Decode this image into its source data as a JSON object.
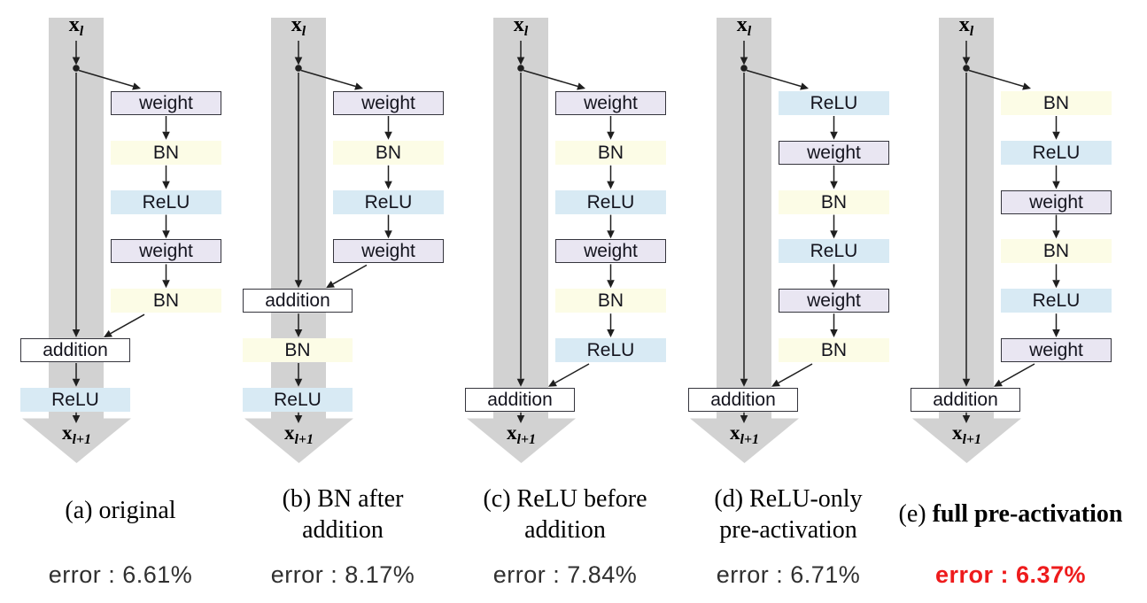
{
  "figure": {
    "columns": [
      {
        "id": "a",
        "input_label": {
          "base": "x",
          "sub": "l"
        },
        "output_label": {
          "base": "x",
          "sub": "l+1"
        },
        "side_chain": [
          "weight",
          "BN",
          "ReLU",
          "weight",
          "BN"
        ],
        "addition_label": "addition",
        "trunk_after_addition": [
          "ReLU"
        ],
        "caption": {
          "lines": [
            "(a) original"
          ]
        },
        "error": {
          "text": "error : 6.61%",
          "highlight": false
        }
      },
      {
        "id": "b",
        "input_label": {
          "base": "x",
          "sub": "l"
        },
        "output_label": {
          "base": "x",
          "sub": "l+1"
        },
        "side_chain": [
          "weight",
          "BN",
          "ReLU",
          "weight"
        ],
        "addition_label": "addition",
        "trunk_after_addition": [
          "BN",
          "ReLU"
        ],
        "caption": {
          "lines": [
            "(b) BN after",
            "addition"
          ]
        },
        "error": {
          "text": "error : 8.17%",
          "highlight": false
        }
      },
      {
        "id": "c",
        "input_label": {
          "base": "x",
          "sub": "l"
        },
        "output_label": {
          "base": "x",
          "sub": "l+1"
        },
        "side_chain": [
          "weight",
          "BN",
          "ReLU",
          "weight",
          "BN",
          "ReLU"
        ],
        "addition_label": "addition",
        "trunk_after_addition": [],
        "caption": {
          "lines": [
            "(c) ReLU before",
            "addition"
          ]
        },
        "error": {
          "text": "error : 7.84%",
          "highlight": false
        }
      },
      {
        "id": "d",
        "input_label": {
          "base": "x",
          "sub": "l"
        },
        "output_label": {
          "base": "x",
          "sub": "l+1"
        },
        "side_chain": [
          "ReLU",
          "weight",
          "BN",
          "ReLU",
          "weight",
          "BN"
        ],
        "addition_label": "addition",
        "trunk_after_addition": [],
        "caption": {
          "lines": [
            "(d) ReLU-only",
            "pre-activation"
          ]
        },
        "error": {
          "text": "error : 6.71%",
          "highlight": false
        }
      },
      {
        "id": "e",
        "input_label": {
          "base": "x",
          "sub": "l"
        },
        "output_label": {
          "base": "x",
          "sub": "l+1"
        },
        "side_chain": [
          "BN",
          "ReLU",
          "weight",
          "BN",
          "ReLU",
          "weight"
        ],
        "addition_label": "addition",
        "trunk_after_addition": [],
        "caption": {
          "prefix": "(e) ",
          "bold_text": "full pre-activation"
        },
        "error": {
          "text": "error : 6.37%",
          "highlight": true
        }
      }
    ],
    "node_styles": {
      "weight": {
        "fill": "#e9e6f2",
        "border": "#35353d"
      },
      "BN": {
        "fill": "#fcfce6",
        "border": null
      },
      "ReLU": {
        "fill": "#d8eaf4",
        "border": null
      },
      "addition": {
        "fill": "#ffffff",
        "border": "#35353d"
      }
    },
    "colors": {
      "band": "#d2d2d2",
      "edge": "#1f1f1f",
      "box_text": "#14141e",
      "caption_text": "#000000",
      "error_text": "#303030",
      "error_highlight": "#ee1b1c",
      "background": "#ffffff"
    }
  }
}
